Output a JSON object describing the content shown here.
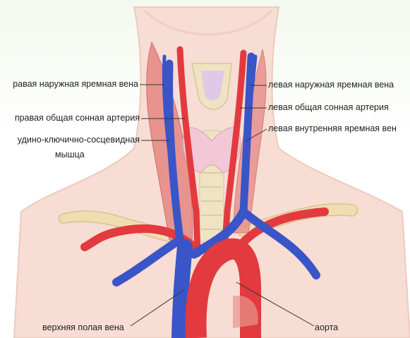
{
  "labels": {
    "right_external_jugular": "равая наружная яремная вена",
    "right_common_carotid": "правая общая сонная артерия",
    "sternocleidomastoid_line1": "удино-ключично-сосцевидная",
    "sternocleidomastoid_line2": "мышца",
    "left_external_jugular": "левая наружная яремная вена",
    "left_common_carotid": "левая общая сонная артерия",
    "left_internal_jugular": "левая внутренняя яремная вен",
    "superior_vena_cava": "верхняя полая вена",
    "aorta": "аорта"
  },
  "colors": {
    "skin": "#f7ddd3",
    "artery": "#e23a3f",
    "vein": "#3a55c8",
    "muscle": "#e8938e",
    "bone": "#f0ddb0",
    "thyroid": "#f2c8d6",
    "cartilage": "#efe3c4"
  }
}
